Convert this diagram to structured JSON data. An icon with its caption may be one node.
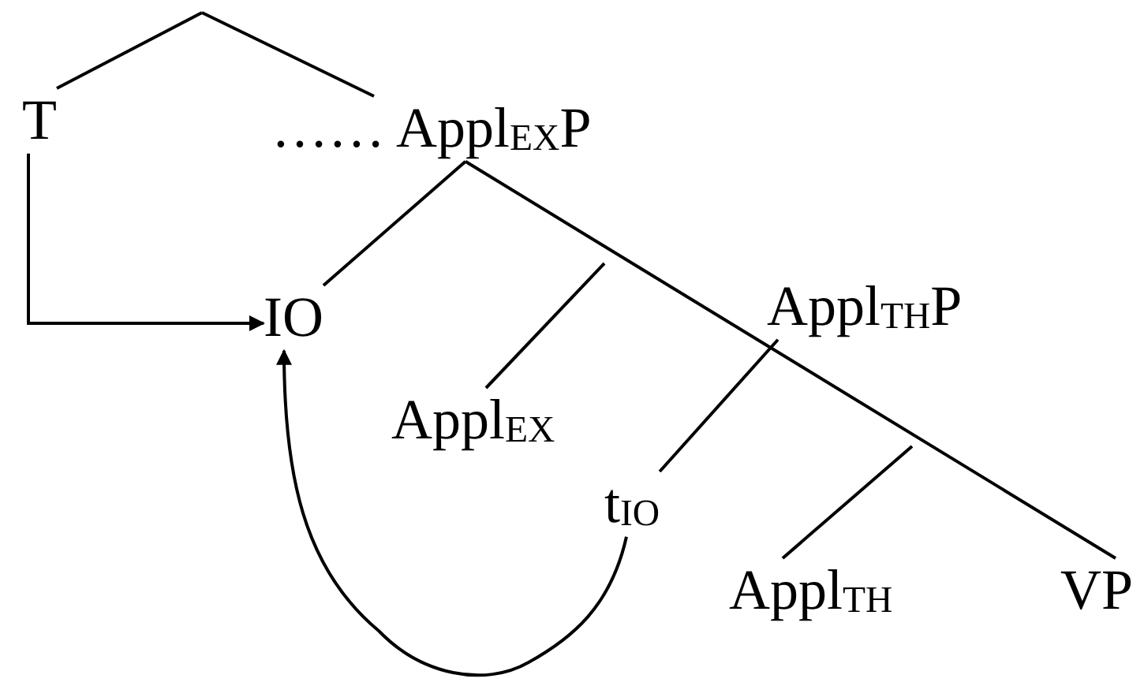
{
  "diagram": {
    "nodes": [
      {
        "text": [
          "T"
        ]
      },
      {
        "text": [
          "…… Appl$_{EX}$P"
        ]
      },
      {
        "text": [
          "IO"
        ]
      },
      {
        "text": [
          "Appl$_{TH}$P"
        ]
      },
      {
        "text": [
          "Appl$_{EX}$"
        ]
      },
      {
        "text": [
          "t$_{IO}$"
        ]
      },
      {
        "text": [
          "Appl$_{TH}$"
        ]
      },
      {
        "text": [
          "VP"
        ]
      }
    ],
    "edges": [
      {
        "from": null,
        "to": 0,
        "arrow": "none"
      },
      {
        "from": null,
        "to": 1,
        "arrow": "none"
      },
      {
        "from": 1,
        "to": 2,
        "arrow": "none"
      },
      {
        "from": 1,
        "to": 7,
        "arrow": "none"
      },
      {
        "from": null,
        "to": 4,
        "arrow": "none"
      },
      {
        "from": 3,
        "to": 5,
        "arrow": "none"
      },
      {
        "from": null,
        "to": 6,
        "arrow": "none"
      },
      {
        "from": 0,
        "to": 2,
        "arrow": "to"
      },
      {
        "from": 5,
        "to": 2,
        "arrow": "to"
      }
    ]
  }
}
